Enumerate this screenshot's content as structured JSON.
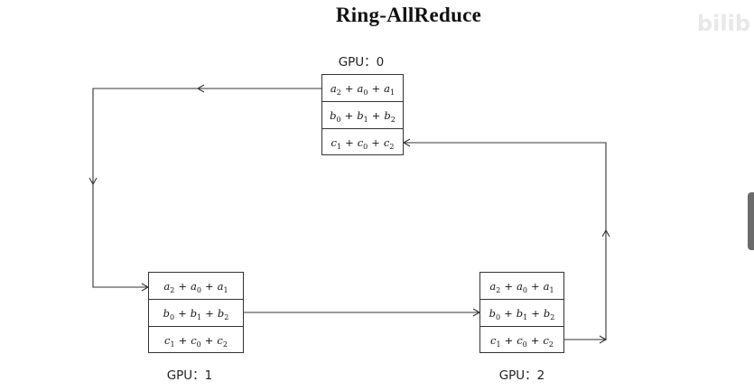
{
  "title": "Ring-AllReduce",
  "watermark": {
    "logo": "bilibili"
  },
  "gpus": [
    {
      "label": "GPU：0",
      "rows": [
        {
          "terms": [
            {
              "v": "a",
              "s": "2"
            },
            {
              "v": "a",
              "s": "0"
            },
            {
              "v": "a",
              "s": "1"
            }
          ]
        },
        {
          "terms": [
            {
              "v": "b",
              "s": "0"
            },
            {
              "v": "b",
              "s": "1"
            },
            {
              "v": "b",
              "s": "2"
            }
          ]
        },
        {
          "terms": [
            {
              "v": "c",
              "s": "1"
            },
            {
              "v": "c",
              "s": "0"
            },
            {
              "v": "c",
              "s": "2"
            }
          ]
        }
      ]
    },
    {
      "label": "GPU：1",
      "rows": [
        {
          "terms": [
            {
              "v": "a",
              "s": "2"
            },
            {
              "v": "a",
              "s": "0"
            },
            {
              "v": "a",
              "s": "1"
            }
          ]
        },
        {
          "terms": [
            {
              "v": "b",
              "s": "0"
            },
            {
              "v": "b",
              "s": "1"
            },
            {
              "v": "b",
              "s": "2"
            }
          ]
        },
        {
          "terms": [
            {
              "v": "c",
              "s": "1"
            },
            {
              "v": "c",
              "s": "0"
            },
            {
              "v": "c",
              "s": "2"
            }
          ]
        }
      ]
    },
    {
      "label": "GPU：2",
      "rows": [
        {
          "terms": [
            {
              "v": "a",
              "s": "2"
            },
            {
              "v": "a",
              "s": "0"
            },
            {
              "v": "a",
              "s": "1"
            }
          ]
        },
        {
          "terms": [
            {
              "v": "b",
              "s": "0"
            },
            {
              "v": "b",
              "s": "1"
            },
            {
              "v": "b",
              "s": "2"
            }
          ]
        },
        {
          "terms": [
            {
              "v": "c",
              "s": "1"
            },
            {
              "v": "c",
              "s": "0"
            },
            {
              "v": "c",
              "s": "2"
            }
          ]
        }
      ]
    }
  ],
  "edges": [
    {
      "from": "GPU：0",
      "to": "GPU：1"
    },
    {
      "from": "GPU：1",
      "to": "GPU：2"
    },
    {
      "from": "GPU：2",
      "to": "GPU：0"
    }
  ],
  "colors": {
    "line": "#333333",
    "text": "#111111"
  }
}
